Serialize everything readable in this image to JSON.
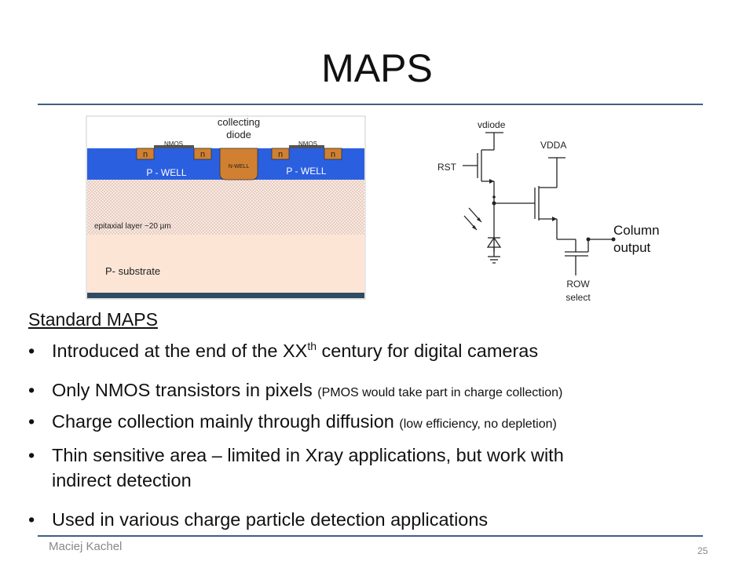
{
  "slide": {
    "title": "MAPS",
    "section_heading": "Standard MAPS",
    "bullets": [
      {
        "main": "Introduced at the end of the XX",
        "sup": "th",
        "after": " century for digital cameras",
        "note": ""
      },
      {
        "main": "Only NMOS transistors in pixels ",
        "sup": "",
        "after": "",
        "note": "(PMOS would take part in charge collection)"
      },
      {
        "main": "Charge collection mainly through diffusion ",
        "sup": "",
        "after": "",
        "note": "(low efficiency, no depletion)"
      },
      {
        "main": "Thin sensitive area – limited in Xray applications, but work with",
        "line2": "indirect detection"
      },
      {
        "main": "Used in various charge particle detection applications"
      }
    ],
    "footer_author": "Maciej Kachel",
    "page_number": "25"
  },
  "cross_section": {
    "collecting_label_1": "collecting",
    "collecting_label_2": "diode",
    "nmos_left": "NMOS",
    "nmos_right": "NMOS",
    "n_label": "n",
    "nwell": "N-WELL",
    "pwell_left": "P - WELL",
    "pwell_right": "P - WELL",
    "epi": "epitaxial layer ~20 µm",
    "substrate": "P- substrate",
    "colors": {
      "pwell": "#2a5fe0",
      "n": "#d08030",
      "epi": "#fbe8de",
      "substrate": "#fde5d6",
      "bottom": "#2f4a63"
    }
  },
  "circuit": {
    "vdiode": "vdiode",
    "vdda": "VDDA",
    "rst": "RST",
    "column_1": "Column",
    "column_2": "output",
    "row_1": "ROW",
    "row_2": "select"
  }
}
